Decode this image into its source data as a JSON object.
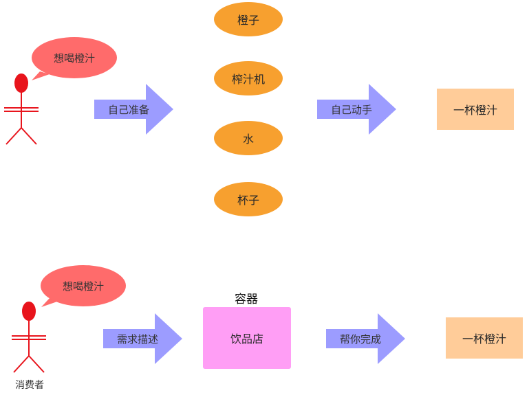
{
  "scenario_top": {
    "speech_bubble": "想喝橙汁",
    "arrow_prepare": "自己准备",
    "items": [
      "橙子",
      "榨汁机",
      "水",
      "杯子"
    ],
    "arrow_do": "自己动手",
    "result": "一杯橙汁"
  },
  "scenario_bottom": {
    "speech_bubble": "想喝橙汁",
    "actor_label": "消费者",
    "arrow_describe": "需求描述",
    "container_title": "容器",
    "container_box": "饮品店",
    "arrow_help": "帮你完成",
    "result": "一杯橙汁"
  },
  "colors": {
    "actor": "#e8141c",
    "bubble": "#ff6b6b",
    "arrow": "#9c9cff",
    "ellipse": "#f7a02f",
    "result_box": "#ffcc99",
    "container_box": "#ff9ef5"
  }
}
